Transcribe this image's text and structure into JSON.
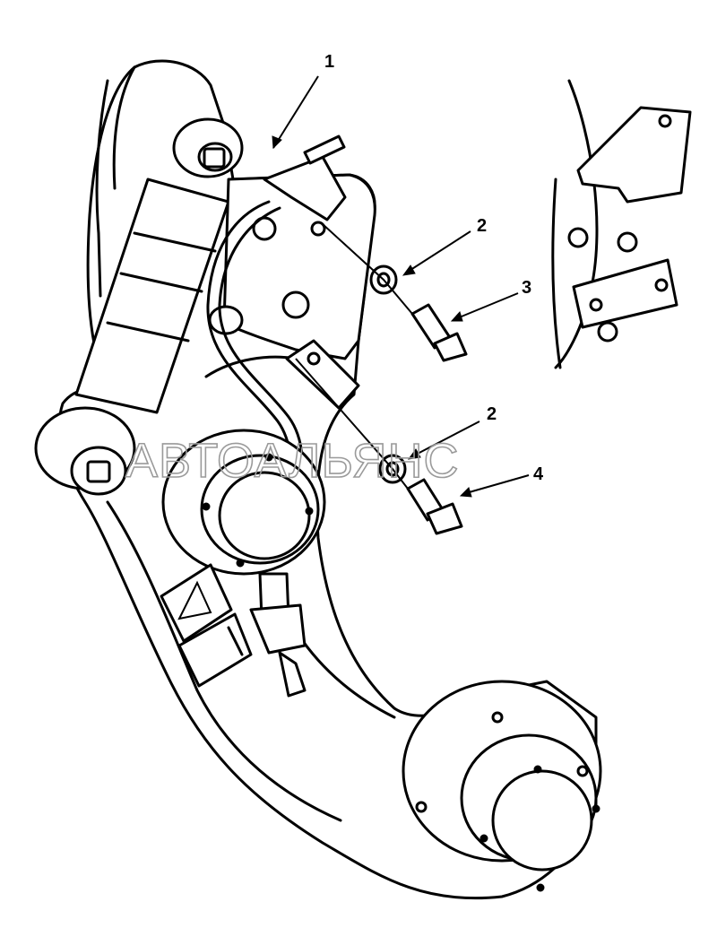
{
  "callouts": [
    {
      "id": "1",
      "label": "1"
    },
    {
      "id": "2a",
      "label": "2"
    },
    {
      "id": "3",
      "label": "3"
    },
    {
      "id": "2b",
      "label": "2"
    },
    {
      "id": "4",
      "label": "4"
    }
  ],
  "watermark": "АВТОАЛЬЯНС"
}
